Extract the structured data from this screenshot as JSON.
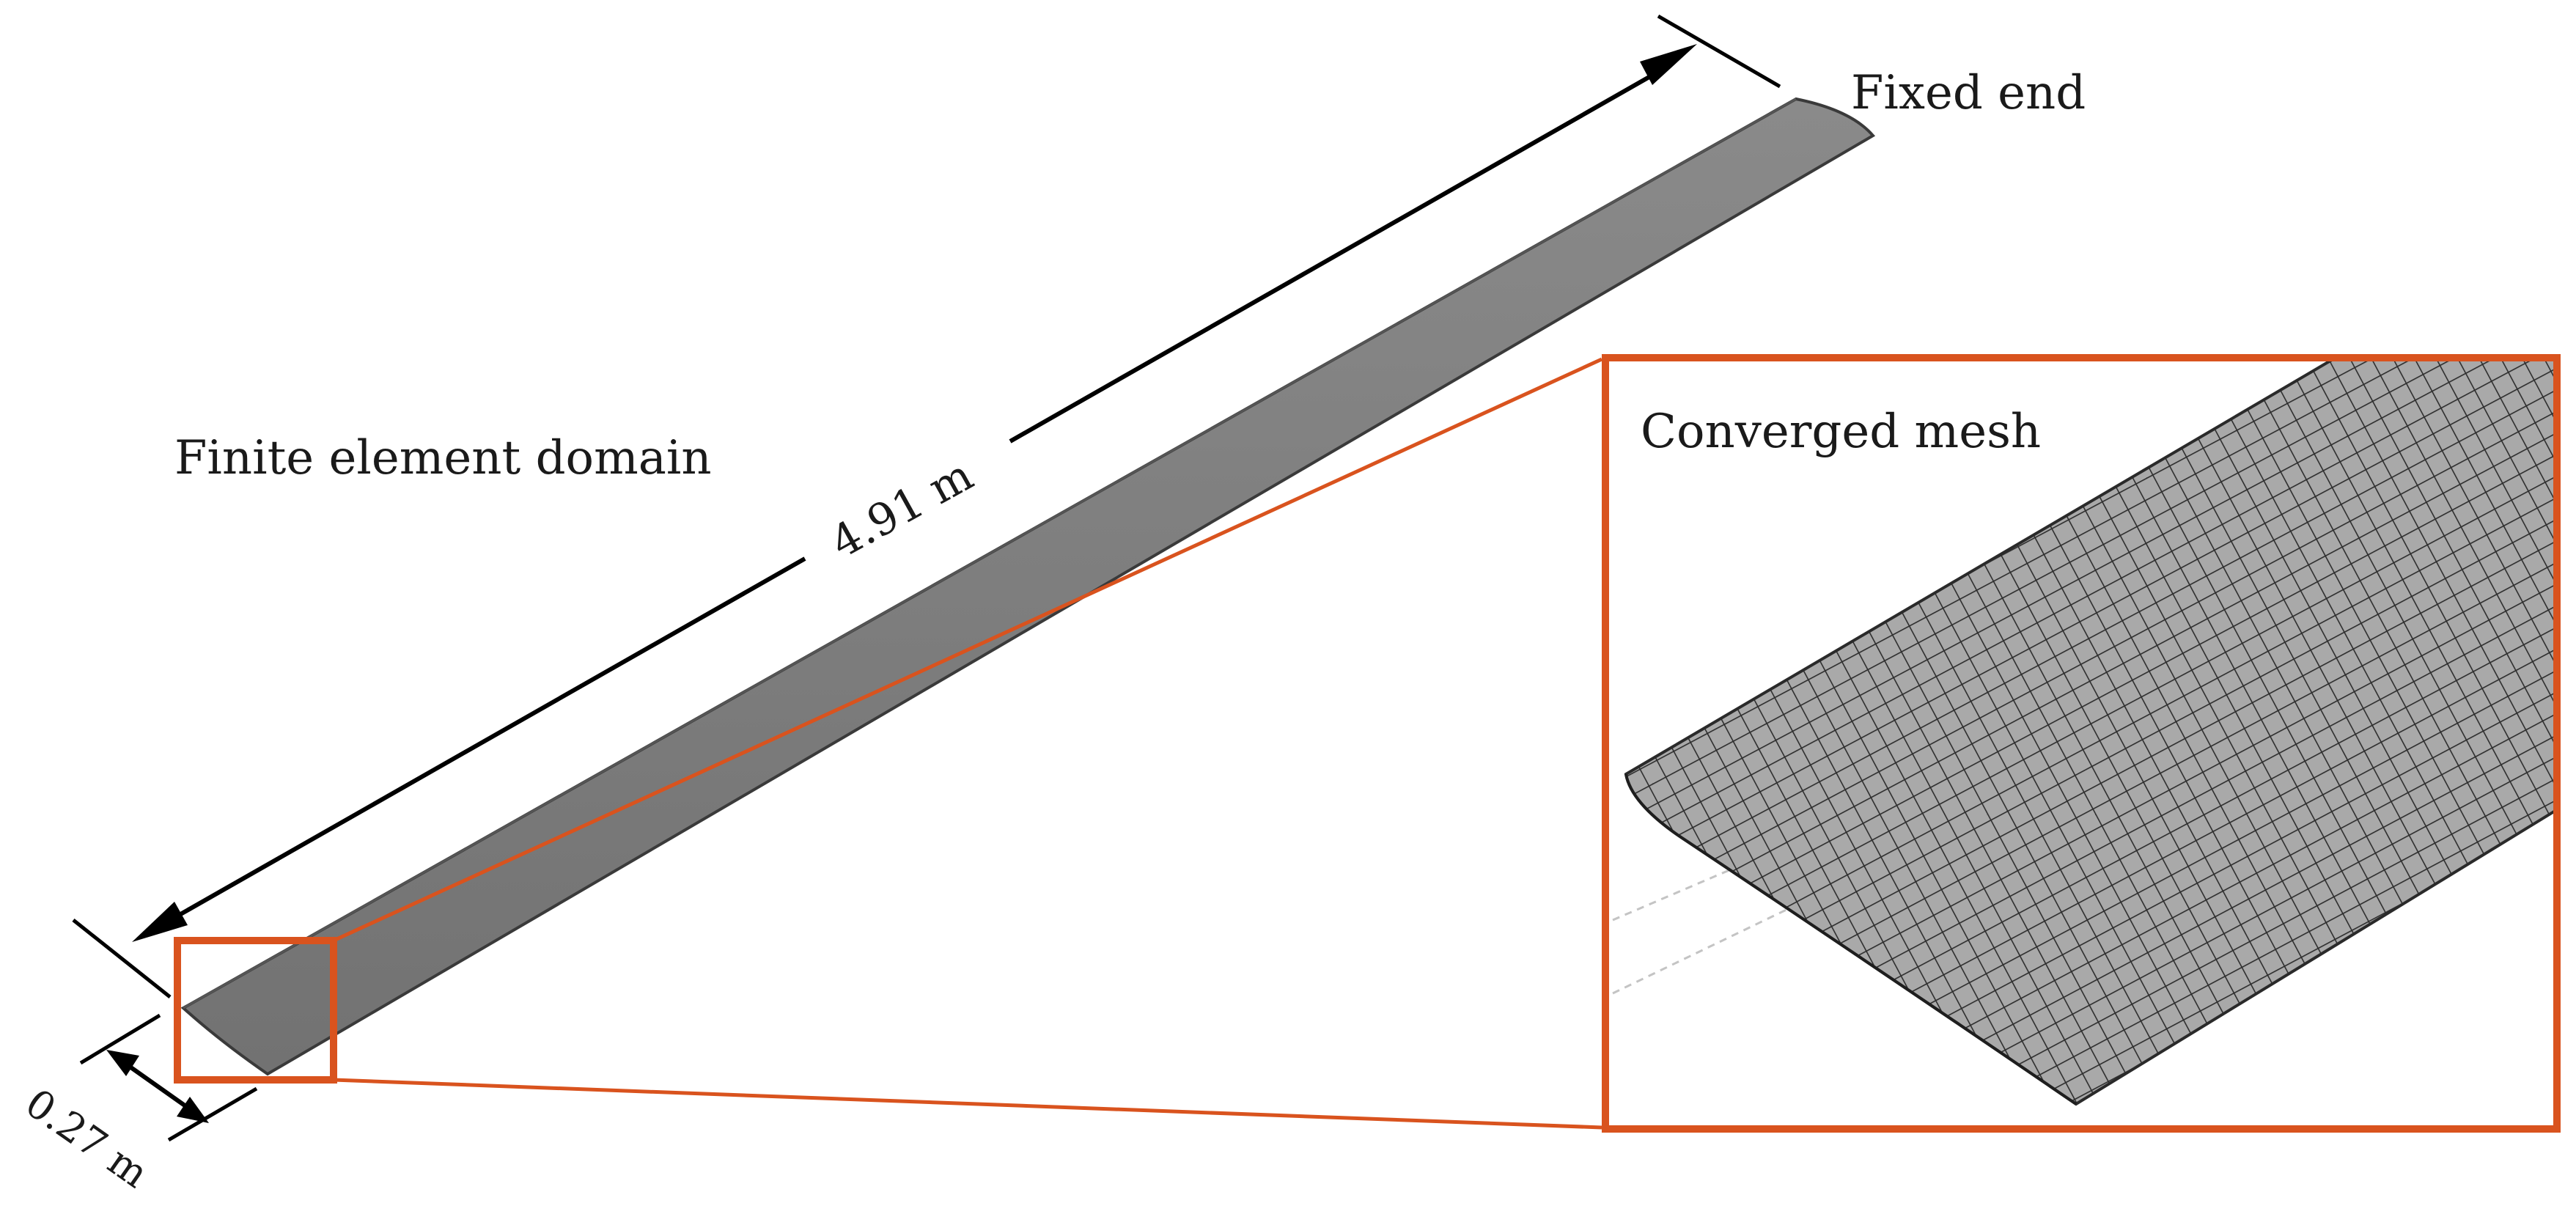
{
  "labels": {
    "fixed_end": "Fixed end",
    "domain": "Finite element domain",
    "length": "4.91 m",
    "chord": "0.27 m",
    "mesh": "Converged mesh"
  },
  "colors": {
    "blade_fill": "#7d7d7d",
    "blade_edge": "#3a3a3a",
    "highlight": "#d9531e",
    "dimension": "#000000",
    "mesh_line": "#2e2e2e",
    "mesh_fill": "#a6a6a6"
  }
}
